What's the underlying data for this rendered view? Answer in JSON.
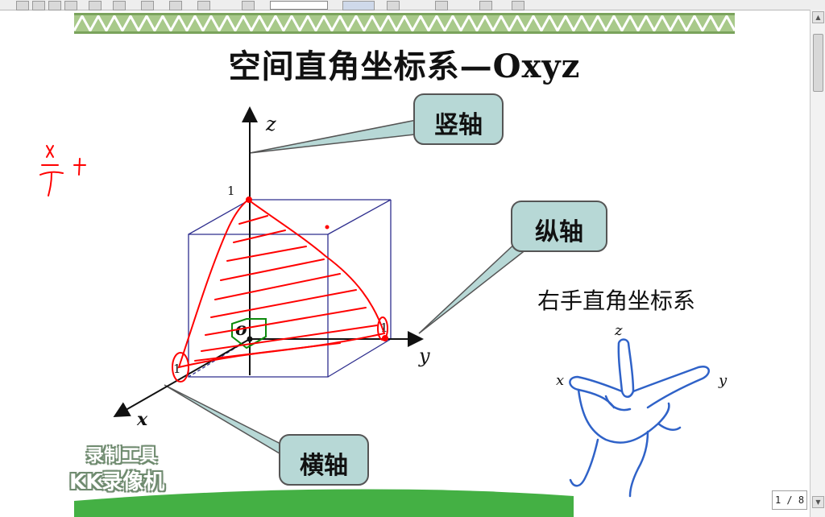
{
  "toolbar": {
    "zoom_field_value": ""
  },
  "slide": {
    "title": "空间直角坐标系—Oxyz",
    "callouts": {
      "vertical_axis": "竖轴",
      "longitudinal_axis": "纵轴",
      "horizontal_axis": "横轴"
    },
    "right_hand_caption": "右手直角坐标系",
    "diagram_labels": {
      "z_axis": "z",
      "y_axis": "y",
      "x_axis": "x",
      "origin": "o",
      "one_z": "1",
      "one_y": "1",
      "one_x": "1"
    },
    "hand_labels": {
      "z": "z",
      "x": "x",
      "y": "y"
    },
    "handwriting": {
      "x": "x",
      "t": "T",
      "plus": "+"
    },
    "colors": {
      "band_green": "#7aa35c",
      "callout_fill": "#b7d8d6",
      "cube_stroke": "#2e2e8e",
      "annotation_red": "#ff0000",
      "hand_blue": "#2f62c8",
      "right_angle_green": "#0c8a0c"
    }
  },
  "watermark": {
    "line1": "录制工具",
    "line2": "KK录像机"
  },
  "page_indicator": "1 / 8"
}
